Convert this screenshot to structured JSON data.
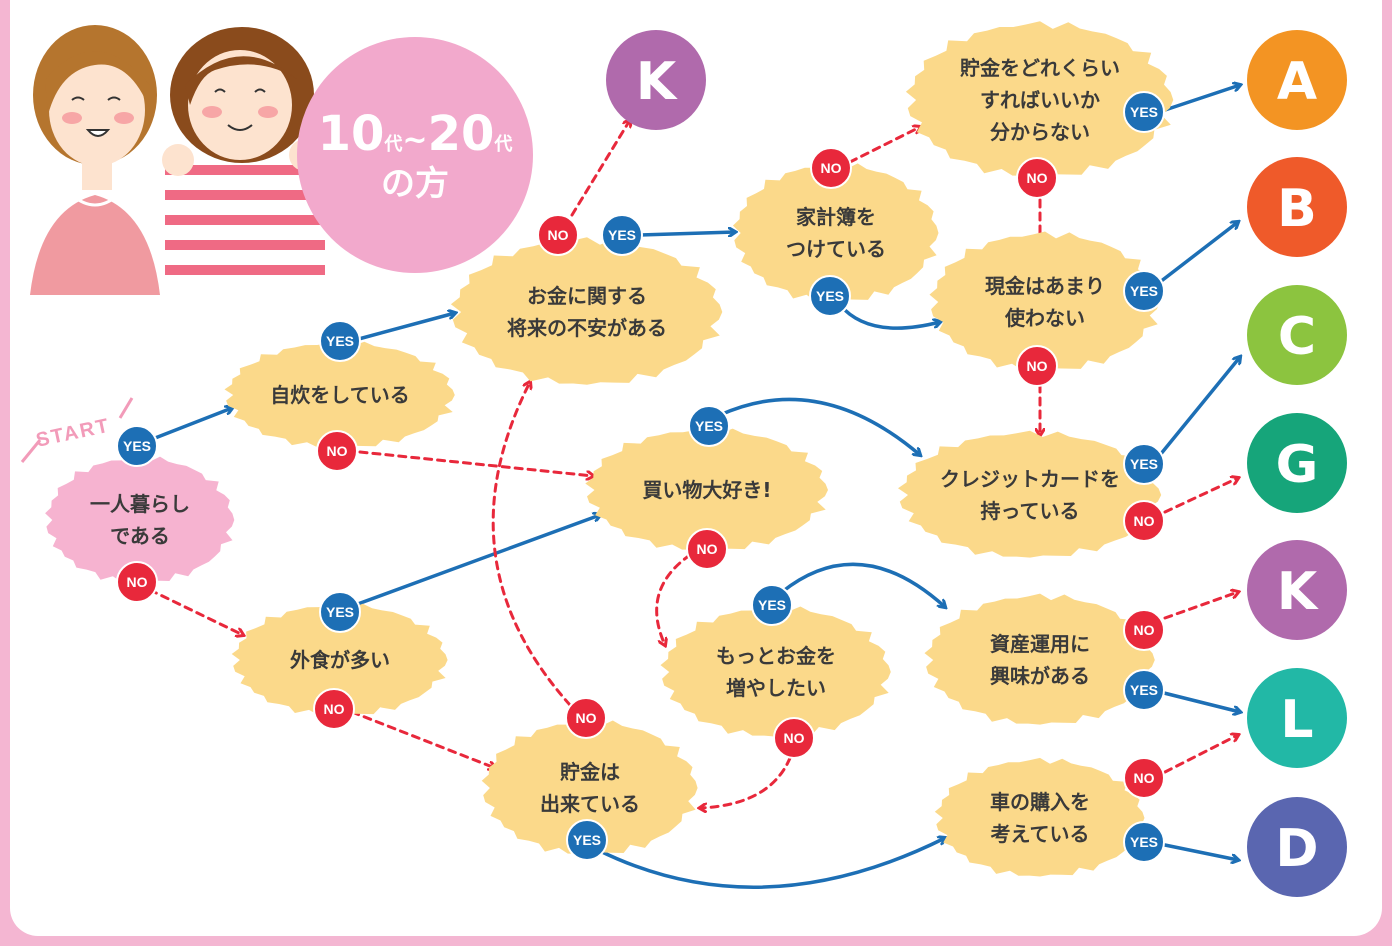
{
  "colors": {
    "background_pink": "#f4b6d2",
    "bubble_yellow": "#fbd98a",
    "bubble_pink": "#f6b3d0",
    "title_circle": "#f2a9cc",
    "yes_blue": "#1d6fb5",
    "no_red": "#e8283b",
    "arrow_blue": "#1d6fb5",
    "arrow_red": "#e8283b"
  },
  "title": {
    "line1_num1": "10",
    "line1_suffix1": "代",
    "line1_tilde": "~",
    "line1_num2": "20",
    "line1_suffix2": "代",
    "line2": "の方"
  },
  "start_label": "START",
  "labels": {
    "yes": "YES",
    "no": "NO"
  },
  "questions": {
    "q1": [
      "一人暮らし",
      "である"
    ],
    "q2": [
      "自炊をしている"
    ],
    "q3": [
      "外食が多い"
    ],
    "q4": [
      "お金に関する",
      "将来の不安がある"
    ],
    "q5": [
      "買い物大好き!"
    ],
    "q6": [
      "貯金は",
      "出来ている"
    ],
    "q7": [
      "家計簿を",
      "つけている"
    ],
    "q8": [
      "貯金をどれくらい",
      "すればいいか",
      "分からない"
    ],
    "q9": [
      "現金はあまり",
      "使わない"
    ],
    "q10": [
      "クレジットカードを",
      "持っている"
    ],
    "q11": [
      "もっとお金を",
      "増やしたい"
    ],
    "q12": [
      "資産運用に",
      "興味がある"
    ],
    "q13": [
      "車の購入を",
      "考えている"
    ]
  },
  "results": {
    "k_top": {
      "letter": "K",
      "color": "#b06aac"
    },
    "a": {
      "letter": "A",
      "color": "#f39423"
    },
    "b": {
      "letter": "B",
      "color": "#ef5a2a"
    },
    "c": {
      "letter": "C",
      "color": "#8cc43f"
    },
    "g": {
      "letter": "G",
      "color": "#16a57a"
    },
    "k": {
      "letter": "K",
      "color": "#b06aac"
    },
    "l": {
      "letter": "L",
      "color": "#22b8a6"
    },
    "d": {
      "letter": "D",
      "color": "#5a66b0"
    }
  }
}
